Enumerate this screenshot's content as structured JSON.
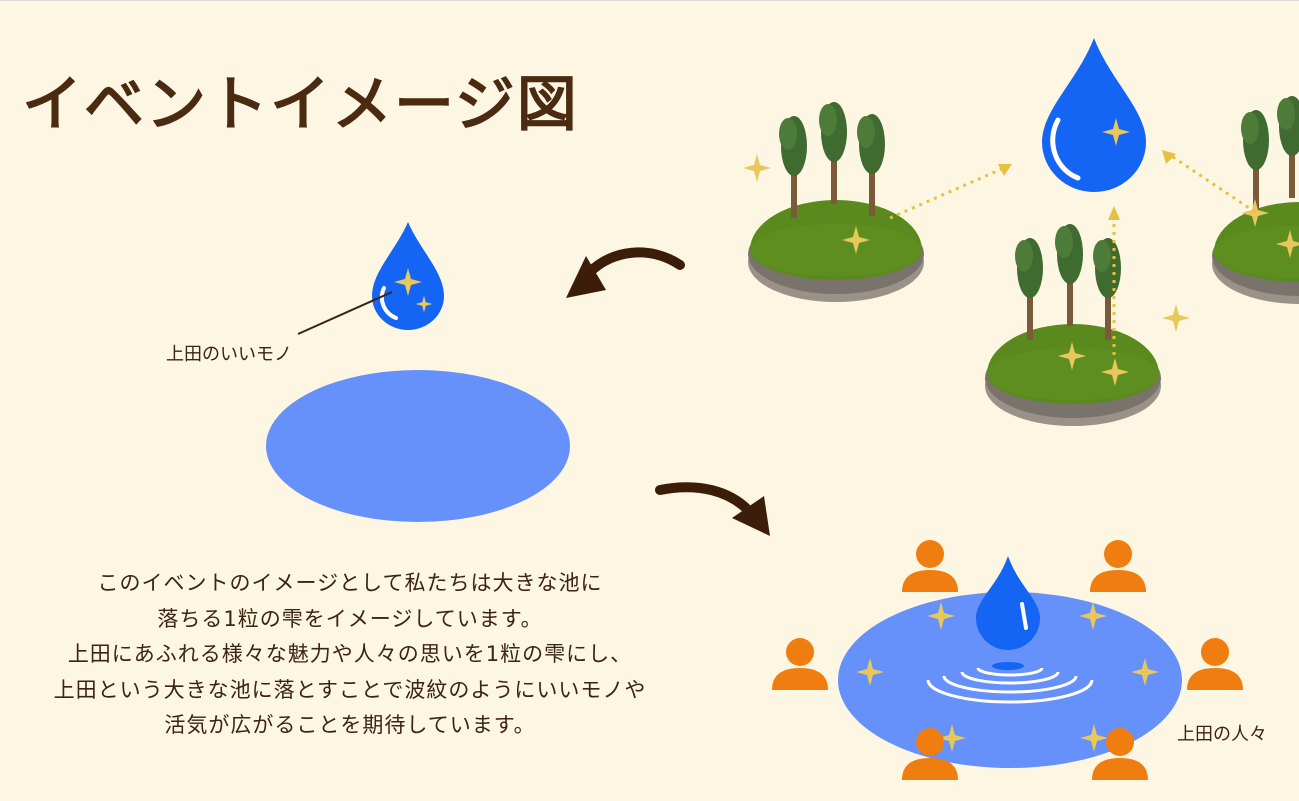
{
  "title": "イベントイメージ図",
  "labels": {
    "drop_label": "上田のいいモノ",
    "people_label": "上田の人々"
  },
  "description": [
    "このイベントのイメージとして私たちは大きな池に",
    "落ちる1粒の雫をイメージしています。",
    "上田にあふれる様々な魅力や人々の思いを1粒の雫にし、",
    "上田という大きな池に落とすことで波紋のようにいいモノや",
    "活気が広がることを期待しています。"
  ],
  "icons": [
    "water-drop-icon",
    "sparkle-icon",
    "tree-icon",
    "person-icon",
    "curved-arrow-icon"
  ],
  "colors": {
    "background": "#fdf6e3",
    "title": "#4a2a10",
    "drop": "#1565f5",
    "pond": "#6690fa",
    "grass": "#5a8a1e",
    "sparkle": "#e8c85a",
    "people": "#f07d10"
  }
}
